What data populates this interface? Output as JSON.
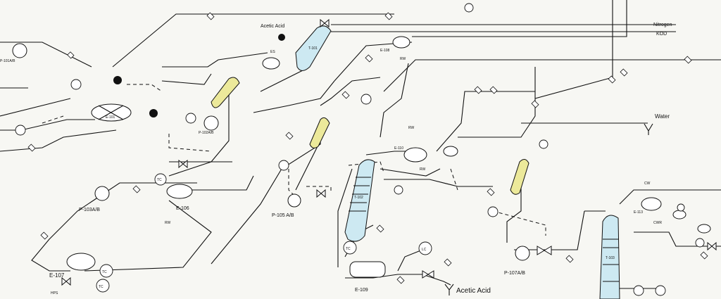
{
  "colors": {
    "background": "#f7f7f3",
    "line": "#111111",
    "column": "#cde9f2",
    "vessel": "#ece99a"
  },
  "streams": {
    "nitrogen": "Nitrogen",
    "kod": "KOD",
    "water": "Water",
    "acetic_acid_feed": "Acetic Acid",
    "acetic_acid_product": "Acetic Acid"
  },
  "columns": {
    "t101": "T-101",
    "t102": "T-102",
    "t103": "T-103"
  },
  "equipment": {
    "e101": "E-101",
    "e106": "E-106",
    "e107": "E-107",
    "e108": "E-108",
    "e109": "E-109",
    "e110": "E-110",
    "e113": "E-113",
    "p101": "P-101A/B",
    "p102": "P-102A/B",
    "p103": "P-103A/B",
    "p105": "P-105 A/B",
    "p107": "P-107A/B"
  },
  "utilities": {
    "rw1": "RW",
    "rw2": "RW",
    "rw3": "RW",
    "rw4": "RW",
    "cw": "CW",
    "cwr": "CWR",
    "hps": "HPS",
    "es": "ES"
  },
  "instruments": {
    "tc": "TC",
    "lc": "LC"
  }
}
